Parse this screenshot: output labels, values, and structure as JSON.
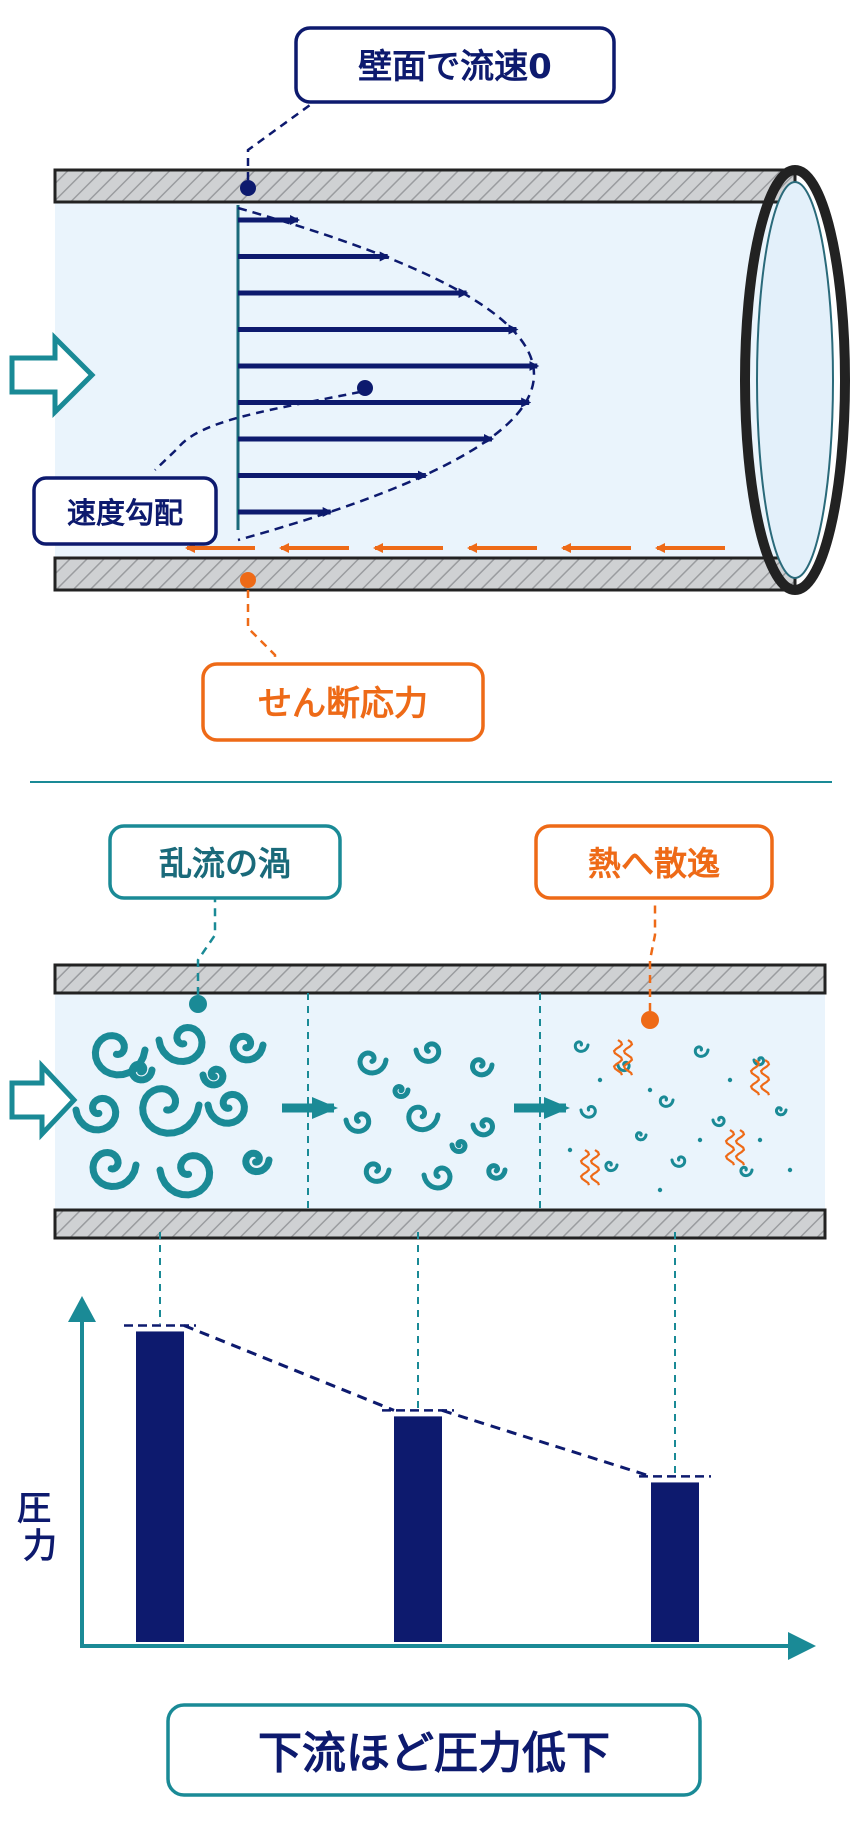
{
  "labels": {
    "wall_velocity_zero": "壁面で流速0",
    "velocity_gradient": "速度勾配",
    "shear_stress": "せん断応力",
    "turbulent_eddies": "乱流の渦",
    "heat_dissipation": "熱へ散逸",
    "pressure_axis": "圧力",
    "caption": "下流ほど圧力低下"
  },
  "colors": {
    "navy": "#0d1a6e",
    "teal": "#1a8a96",
    "orange": "#ee6a17",
    "fluid": "#eaf4fc",
    "wall": "#cfd1d3"
  },
  "icons": {
    "inflow_arrow": "hollow-right-arrow",
    "stage_arrow": "right-arrow",
    "heat_wave": "wavy-line"
  },
  "chart_data": {
    "type": "bar",
    "categories": [
      "",
      "",
      ""
    ],
    "values": [
      100,
      73,
      52
    ],
    "ylabel": "圧力",
    "xlabel": "",
    "ylim": [
      0,
      110
    ],
    "grid": false,
    "connected_by_dashed_line": true
  }
}
